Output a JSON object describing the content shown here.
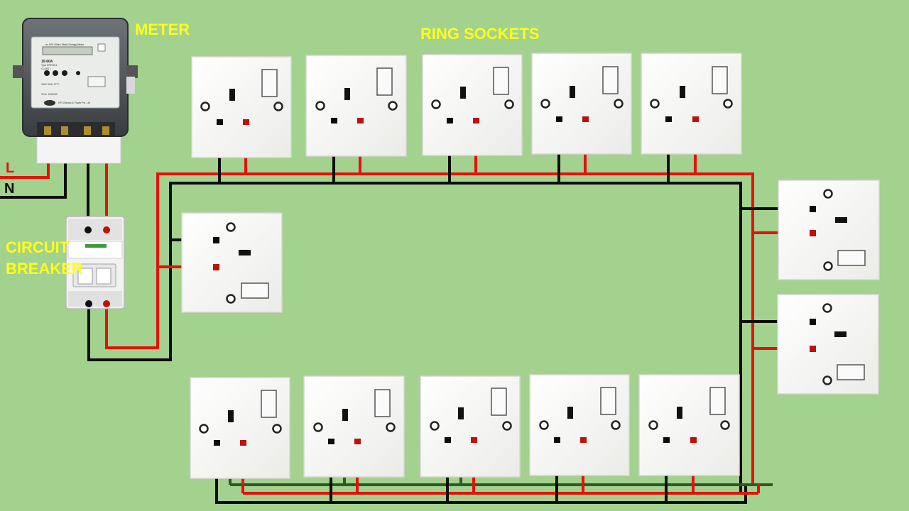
{
  "labels": {
    "meter": "METER",
    "ring_sockets": "RING SOCKETS",
    "circuit": "CIRCUIT",
    "breaker": "BREAKER",
    "live": "L",
    "neutral": "N"
  },
  "meter_face": {
    "line1": "ac 1Ph 2Wire Static Energy Meter",
    "line2": "10-60A",
    "line3": "Type EPE4011",
    "line4": "CLASS 1",
    "line5": "240V 50Hz 27°C",
    "line6": "S.No. 1000032",
    "line7": "HPL Electric & Power Pvt. Ltd"
  },
  "colors": {
    "background": "#a3d18e",
    "live_wire": "#e3120b",
    "neutral_wire": "#0c0c0c",
    "earth_wire": "#2d5a27",
    "label": "#ffff1a",
    "socket_plate": "#f7f7f4"
  },
  "sockets": {
    "top_row": 5,
    "left_side": 1,
    "right_side": 2,
    "bottom_row": 5
  }
}
